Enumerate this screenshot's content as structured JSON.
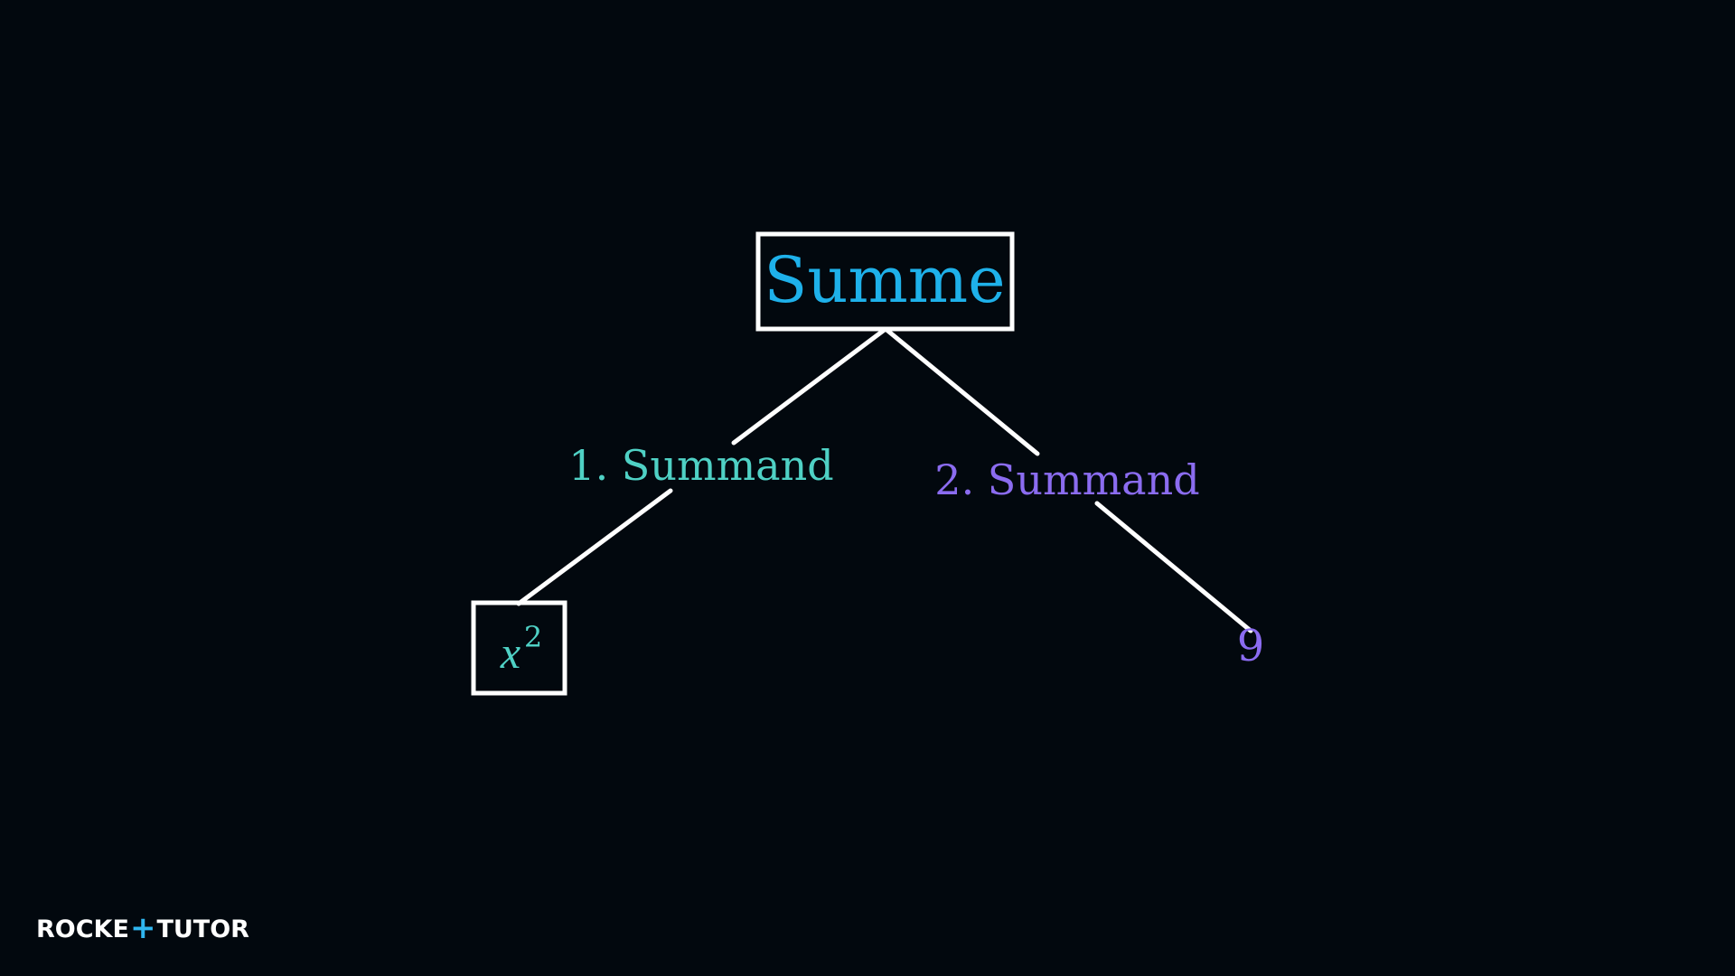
{
  "diagram": {
    "root": {
      "label": "Summe",
      "color": "#1eb1ea"
    },
    "left_edge_label": {
      "text": "1. Summand",
      "color": "#4fd1c5"
    },
    "right_edge_label": {
      "text": "2. Summand",
      "color": "#8b6cf0"
    },
    "left_leaf": {
      "base": "x",
      "exponent": "2",
      "color": "#4fd1c5"
    },
    "right_leaf": {
      "label": "9",
      "color": "#8b6cf0"
    },
    "line_color": "#ffffff",
    "background_color": "#02080e"
  },
  "branding": {
    "logo_part1": "ROCKE",
    "logo_plus": "+",
    "logo_part2": "TUTO",
    "logo_part3": "R",
    "logo_text_color": "#ffffff",
    "logo_accent_color": "#2fb6f0"
  }
}
